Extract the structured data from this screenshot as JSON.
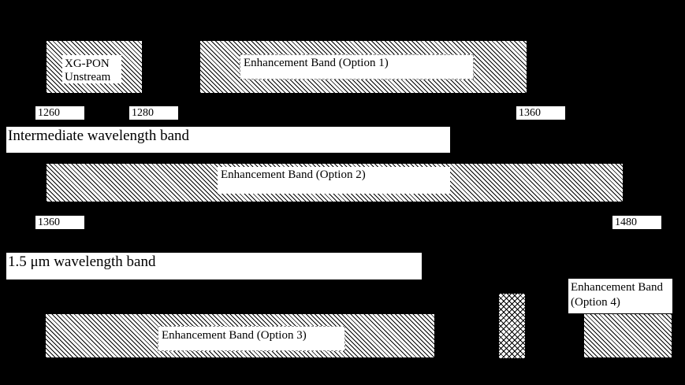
{
  "row1": {
    "xgpon_label": "XG-PON Unstream",
    "enh1_label": "Enhancement Band  (Option 1)",
    "ticks": [
      "1260",
      "1280",
      "1360"
    ]
  },
  "row2": {
    "title": "Intermediate wavelength  band",
    "enh2_label": "Enhancement Band  (Option 2)",
    "ticks": [
      "1360",
      "1480"
    ]
  },
  "row3": {
    "title": "1.5 μm wavelength band",
    "enh3_label": "Enhancement Band (Option 3)",
    "enh4_label": "Enhancement Band (Option 4)"
  }
}
